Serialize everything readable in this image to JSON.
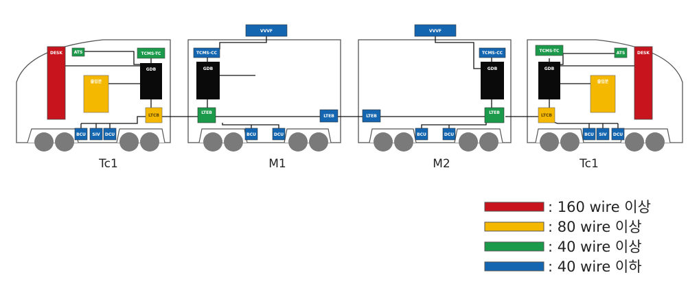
{
  "colors": {
    "red": "#c8141c",
    "yellow": "#f5b800",
    "green": "#1a9a4a",
    "blue": "#1566b0",
    "black": "#0a0a0a",
    "outline": "#555555",
    "wheel": "#7a7a7a"
  },
  "cars": {
    "tc1_left": {
      "label": "Tc1",
      "desk": "DESK",
      "ats": "ATS",
      "tcms": "TCMS-TC",
      "gdb": "GDB",
      "yellow_box": "출입문",
      "ltcb": "LTCB",
      "bcu": "BCU",
      "siv": "SIV",
      "dcu": "DCU"
    },
    "m1": {
      "label": "M1",
      "vvvf": "VVVF",
      "tcms": "TCMS-CC",
      "gdb": "GDB",
      "lteb_green": "LTEB",
      "lteb_blue": "LTEB",
      "bcu": "BCU",
      "dcu": "DCU"
    },
    "m2": {
      "label": "M2",
      "vvvf": "VVVF",
      "tcms": "TCMS-CC",
      "gdb": "GDB",
      "lteb_green": "LTEB",
      "lteb_blue": "LTEB",
      "bcu": "BCU",
      "dcu": "DCU"
    },
    "tc1_right": {
      "label": "Tc1",
      "desk": "DESK",
      "ats": "ATS",
      "tcms": "TCMS-TC",
      "gdb": "GDB",
      "yellow_box": "출입문",
      "ltcb": "LTCB",
      "bcu": "BCU",
      "siv": "SIV",
      "dcu": "DCU"
    }
  },
  "legend": [
    {
      "color": "#c8141c",
      "label": ": 160 wire 이상"
    },
    {
      "color": "#f5b800",
      "label": ": 80 wire 이상"
    },
    {
      "color": "#1a9a4a",
      "label": ": 40 wire 이상"
    },
    {
      "color": "#1566b0",
      "label": ": 40 wire 이하"
    }
  ]
}
